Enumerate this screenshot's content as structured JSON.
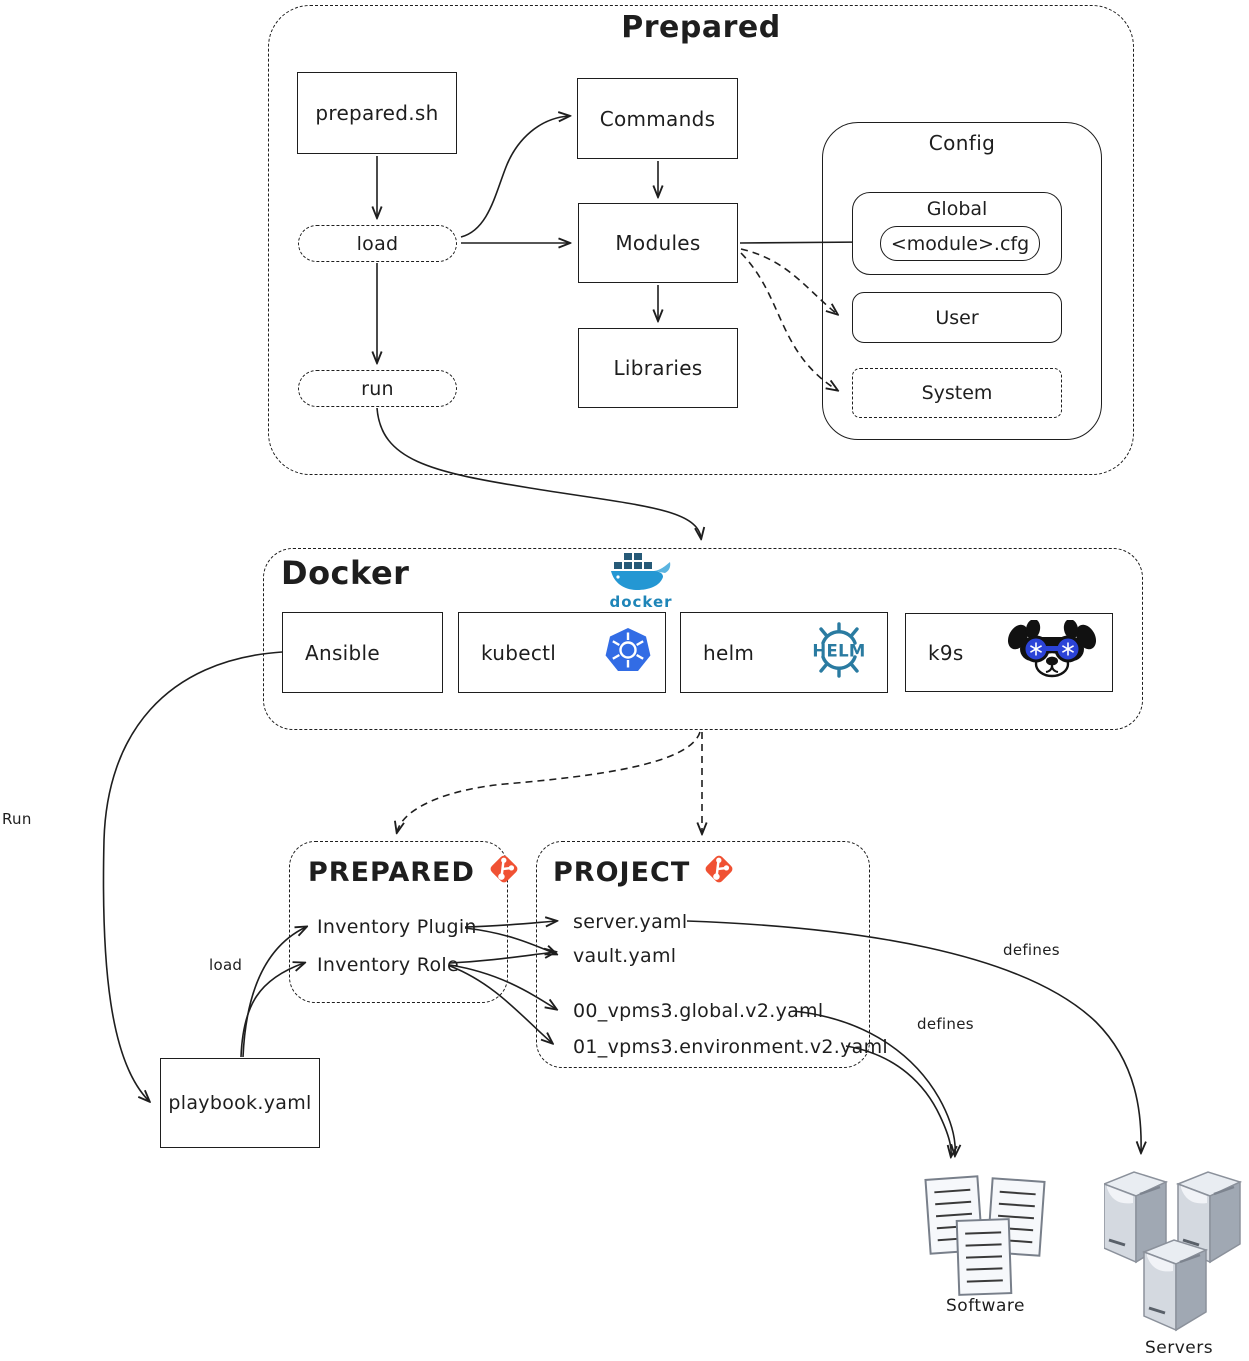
{
  "prepared": {
    "title": "Prepared",
    "prepared_sh": "prepared.sh",
    "commands": "Commands",
    "modules": "Modules",
    "libraries": "Libraries",
    "load": "load",
    "run": "run",
    "config": {
      "title": "Config",
      "global": "Global",
      "module_cfg": "<module>.cfg",
      "user": "User",
      "system": "System"
    }
  },
  "docker": {
    "title": "Docker",
    "logo_icon": "docker-whale-icon",
    "logo_text": "docker",
    "tools": [
      {
        "label": "Ansible"
      },
      {
        "label": "kubectl",
        "icon": "kubernetes-icon"
      },
      {
        "label": "helm",
        "icon": "helm-wheel-icon",
        "icon_text": "HELM"
      },
      {
        "label": "k9s",
        "icon": "k9s-dog-icon"
      }
    ]
  },
  "repos": {
    "prepared": {
      "title": "PREPARED",
      "icon": "git-icon",
      "items": [
        "Inventory Plugin",
        "Inventory Role"
      ]
    },
    "project": {
      "title": "PROJECT",
      "icon": "git-icon",
      "items": [
        "server.yaml",
        "vault.yaml",
        "00_vpms3.global.v2.yaml",
        "01_vpms3.environment.v2.yaml"
      ]
    }
  },
  "playbook": "playbook.yaml",
  "edge_labels": {
    "run": "Run",
    "load": "load",
    "defines_servers": "defines",
    "defines_software": "defines"
  },
  "targets": {
    "software": "Software",
    "servers": "Servers"
  },
  "colors": {
    "stroke": "#1e1e1e",
    "git_orange": "#f05133",
    "kubernetes_blue": "#326ce5",
    "helm_blue": "#2a7ba1",
    "docker_blue": "#2497d3",
    "k9s_glasses_blue": "#2b43d7"
  }
}
